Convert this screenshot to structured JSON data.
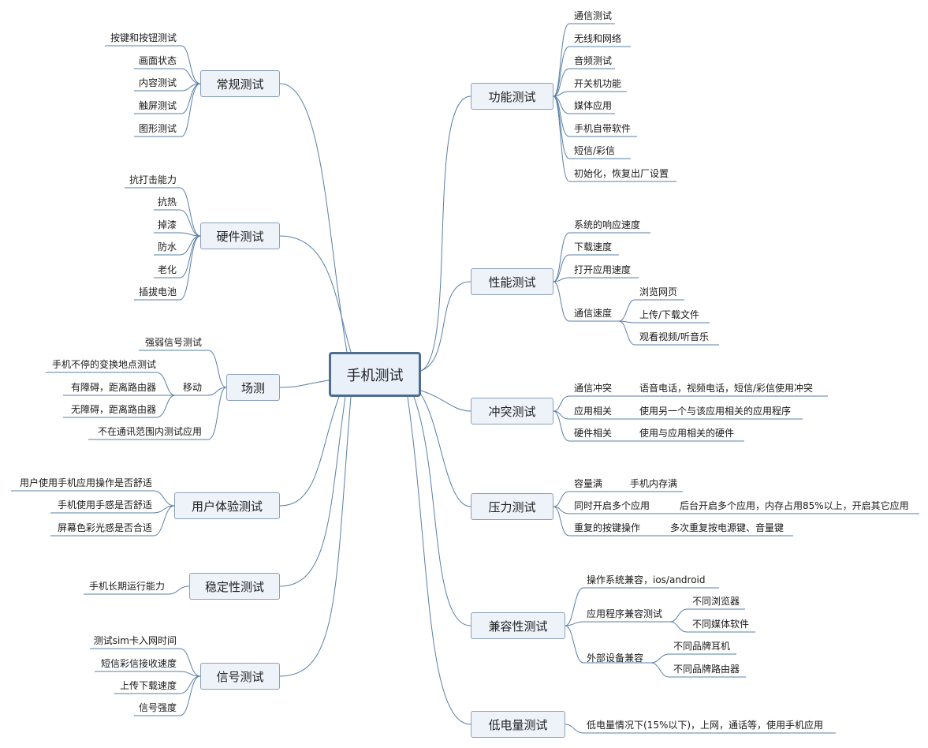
{
  "root": "手机测试",
  "left": [
    {
      "title": "常规测试",
      "items": [
        "按键和按钮测试",
        "画面状态",
        "内容测试",
        "触屏测试",
        "图形测试"
      ]
    },
    {
      "title": "硬件测试",
      "items": [
        "抗打击能力",
        "抗热",
        "掉漆",
        "防水",
        "老化",
        "插拔电池"
      ]
    },
    {
      "title": "场测",
      "items": [
        "强弱信号测试",
        "移动",
        "不在通讯范围内测试应用"
      ],
      "move_items": [
        "手机不停的变换地点测试",
        "有障碍，距离路由器",
        "无障碍，距离路由器"
      ]
    },
    {
      "title": "用户体验测试",
      "items": [
        "用户使用手机应用操作是否舒适",
        "手机使用手感是否舒适",
        "屏幕色彩光感是否合适"
      ]
    },
    {
      "title": "稳定性测试",
      "items": [
        "手机长期运行能力"
      ]
    },
    {
      "title": "信号测试",
      "items": [
        "测试sim卡入网时间",
        "短信彩信接收速度",
        "上传下载速度",
        "信号强度"
      ]
    }
  ],
  "right": [
    {
      "title": "功能测试",
      "items": [
        "通信测试",
        "无线和网络",
        "音频测试",
        "开关机功能",
        "媒体应用",
        "手机自带软件",
        "短信/彩信",
        "初始化，恢复出厂设置"
      ]
    },
    {
      "title": "性能测试",
      "items": [
        "系统的响应速度",
        "下载速度",
        "打开应用速度",
        "通信速度"
      ],
      "comm_items": [
        "浏览网页",
        "上传/下载文件",
        "观看视频/听音乐"
      ]
    },
    {
      "title": "冲突测试",
      "items": [
        "通信冲突",
        "应用相关",
        "硬件相关"
      ],
      "details": [
        "语音电话，视频电话，短信/彩信使用冲突",
        "使用另一个与该应用相关的应用程序",
        "使用与应用相关的硬件"
      ]
    },
    {
      "title": "压力测试",
      "items": [
        "容量满",
        "同时开启多个应用",
        "重复的按键操作"
      ],
      "details": [
        "手机内存满",
        "后台开启多个应用，内存占用85%以上，开启其它应用",
        "多次重复按电源键、音量键"
      ]
    },
    {
      "title": "兼容性测试",
      "items": [
        "操作系统兼容，ios/android",
        "应用程序兼容测试",
        "外部设备兼容"
      ],
      "app_items": [
        "不同浏览器",
        "不同媒体软件"
      ],
      "device_items": [
        "不同品牌耳机",
        "不同品牌路由器"
      ]
    },
    {
      "title": "低电量测试",
      "items": [
        "低电量情况下(15%以下)，上网，通话等，使用手机应用"
      ]
    }
  ]
}
